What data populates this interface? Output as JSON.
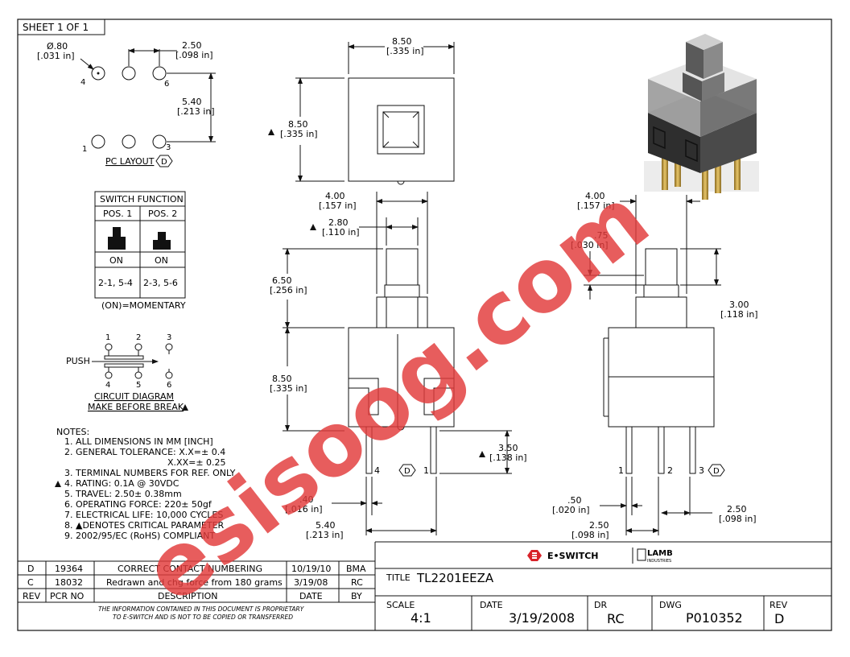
{
  "sheet": "SHEET 1 OF 1",
  "pc_layout": {
    "hole_dia_mm": "Ø.80",
    "hole_dia_in": "[.031 in]",
    "pitch_mm": "2.50",
    "pitch_in": "[.098 in]",
    "row_mm": "5.40",
    "row_in": "[.213 in]",
    "pin_labels": [
      "4",
      "6",
      "1",
      "3"
    ],
    "label": "PC LAYOUT",
    "rev_mark": "D"
  },
  "switch_function": {
    "title": "SWITCH FUNCTION",
    "headers": [
      "POS. 1",
      "POS. 2"
    ],
    "states": [
      "ON",
      "ON"
    ],
    "connections": [
      "2-1, 5-4",
      "2-3, 5-6"
    ],
    "note": "(ON)=MOMENTARY"
  },
  "circuit": {
    "top_pins": [
      "1",
      "2",
      "3"
    ],
    "bottom_pins": [
      "4",
      "5",
      "6"
    ],
    "push": "PUSH",
    "label": "CIRCUIT DIAGRAM",
    "sublabel": "MAKE BEFORE BREAK"
  },
  "notes": {
    "title": "NOTES:",
    "items": [
      "1. ALL DIMENSIONS IN MM [INCH]",
      "2. GENERAL TOLERANCE: X.X=± 0.4",
      "X.XX=± 0.25",
      "3. TERMINAL NUMBERS FOR REF. ONLY",
      "4. RATING: 0.1A @ 30VDC",
      "5. TRAVEL: 2.50± 0.38mm",
      "6. OPERATING FORCE: 220± 50gf",
      "7. ELECTRICAL LIFE: 10,000 CYCLES",
      "8. ▲DENOTES CRITICAL PARAMETER",
      "9. 2002/95/EC (RoHS) COMPLIANT"
    ]
  },
  "top_view": {
    "width_mm": "8.50",
    "width_in": "[.335 in]",
    "height_mm": "8.50",
    "height_in": "[.335 in]"
  },
  "front_view": {
    "body_w_mm": "4.00",
    "body_w_in": "[.157 in]",
    "plunger_w_mm": "2.80",
    "plunger_w_in": "[.110 in]",
    "plunger_h_mm": "6.50",
    "plunger_h_in": "[.256 in]",
    "body_h_mm": "8.50",
    "body_h_in": "[.335 in]",
    "pin_len_mm": "3.50",
    "pin_len_in": "[.138 in]",
    "pin_t_mm": ".40",
    "pin_t_in": "[.016 in]",
    "pin_span_mm": "5.40",
    "pin_span_in": "[.213 in]",
    "pin_labels": [
      "4",
      "1"
    ],
    "rev_mark": "D"
  },
  "side_view": {
    "body_w_mm": "4.00",
    "body_w_in": "[.157 in]",
    "gap_mm": ".75",
    "gap_in": "[.030 in]",
    "travel_mm": "3.00",
    "travel_in": "[.118 in]",
    "pin_w_mm": ".50",
    "pin_w_in": "[.020 in]",
    "pitch1_mm": "2.50",
    "pitch1_in": "[.098 in]",
    "pitch2_mm": "2.50",
    "pitch2_in": "[.098 in]",
    "pin_labels": [
      "1",
      "2",
      "3"
    ],
    "rev_mark": "D"
  },
  "revisions": {
    "rows": [
      {
        "rev": "D",
        "pcr": "19364",
        "desc": "CORRECT CONTACT NUMBERING",
        "date": "10/19/10",
        "by": "BMA"
      },
      {
        "rev": "C",
        "pcr": "18032",
        "desc": "Redrawn and chg force from 180 grams",
        "date": "3/19/08",
        "by": "RC"
      }
    ],
    "headers": {
      "rev": "REV",
      "pcr": "PCR NO",
      "desc": "DESCRIPTION",
      "date": "DATE",
      "by": "BY"
    },
    "disclaimer_1": "THE INFORMATION CONTAINED IN THIS DOCUMENT IS PROPRIETARY",
    "disclaimer_2": "TO E-SWITCH AND IS NOT TO BE COPIED OR TRANSFERRED"
  },
  "title_block": {
    "brand": "E•SWITCH",
    "brand2": "LAMB",
    "brand2_sub": "INDUSTRIES",
    "title_label": "TITLE",
    "title": "TL2201EEZA",
    "scale_label": "SCALE",
    "scale": "4:1",
    "date_label": "DATE",
    "date": "3/19/2008",
    "dr_label": "DR",
    "dr": "RC",
    "dwg_label": "DWG",
    "dwg": "P010352",
    "rev_label": "REV",
    "rev": "D"
  },
  "watermark": "esisoog.com",
  "colors": {
    "watermark": "#e23a3a",
    "ink": "#111111"
  }
}
